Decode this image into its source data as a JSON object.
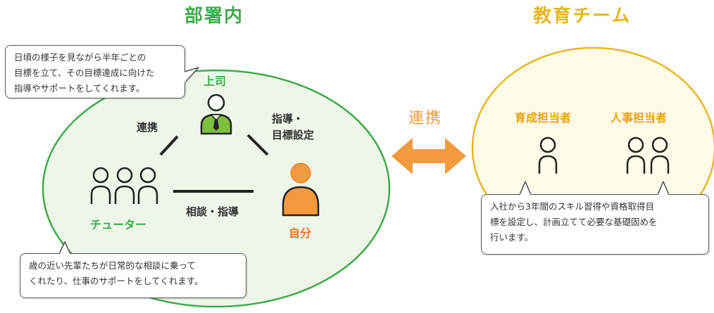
{
  "colors": {
    "green": "#3faa4a",
    "green_fill": "#eef6ea",
    "orange": "#f39a3e",
    "orange_dark": "#e8762a",
    "yellow": "#e6b721",
    "yellow_fill": "#fffbe9",
    "dark": "#333333"
  },
  "dept": {
    "title": "部署内",
    "boss_label": "上司",
    "self_label": "自分",
    "tutor_label": "チューター",
    "rel_boss_tutor": "連携",
    "rel_boss_self": "指導・\n目標設定",
    "rel_tutor_self": "相談・指導",
    "bubble_boss": "日頃の様子を見ながら半年ごとの\n目標を立て、その目標達成に向けた\n指導やサポートをしてくれます。",
    "bubble_tutor": "歳の近い先輩たちが日常的な相談に乗って\nくれたり、仕事のサポートをしてくれます。"
  },
  "link_label": "連携",
  "edu": {
    "title": "教育チーム",
    "role_training": "育成担当者",
    "role_hr": "人事担当者",
    "bubble": "入社から3年間のスキル習得や資格取得目\n標を設定し、計画立てて必要な基礎固めを\n行います。"
  },
  "icons": {
    "boss": "boss-person-icon",
    "self": "self-person-icon",
    "tutors": "tutor-group-icon",
    "training": "person-outline-icon",
    "hr": "two-people-outline-icon",
    "arrow": "double-arrow-icon"
  }
}
